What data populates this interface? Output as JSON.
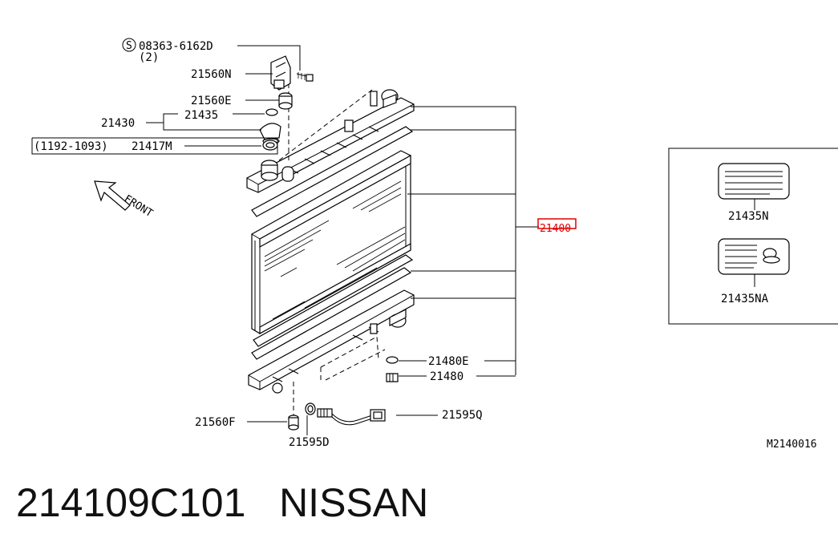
{
  "labels": {
    "bolt": "08363-6162D",
    "bolt_qty": "(2)",
    "bolt_symbol": "S",
    "bracket_upper": "21560N",
    "mount_upper": "21560E",
    "cap_group": "21430",
    "cap": "21435",
    "seal": "21417M",
    "seal_range": "(1192-1093)",
    "front": "FRONT",
    "radiator_assy": "21400",
    "grommet": "21480E",
    "drain_plug": "21480",
    "mount_lower": "21560F",
    "sensor": "21595Q",
    "sensor_washer": "21595D",
    "label_plate_1": "21435N",
    "label_plate_2": "21435NA",
    "drawing_code": "M2140016"
  },
  "caption": {
    "part_number": "214109C101",
    "brand": "NISSAN"
  },
  "highlight_color": "#e00000"
}
